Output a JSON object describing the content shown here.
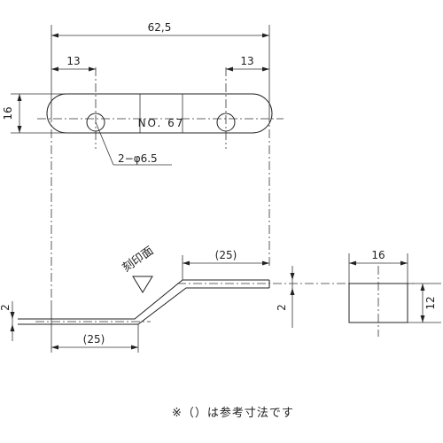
{
  "dimensions": {
    "overall_length": "62,5",
    "hole_offset_left": "13",
    "hole_offset_right": "13",
    "height": "16",
    "holes": "2−φ6.5",
    "side_offset_top": "(25)",
    "side_offset_bottom": "(25)",
    "thickness_left": "2",
    "thickness_middle": "2",
    "end_width": "16",
    "end_height": "12"
  },
  "engraving": {
    "text": "NO. 67",
    "label": "刻印面"
  },
  "note": "※（）は参考寸法です"
}
